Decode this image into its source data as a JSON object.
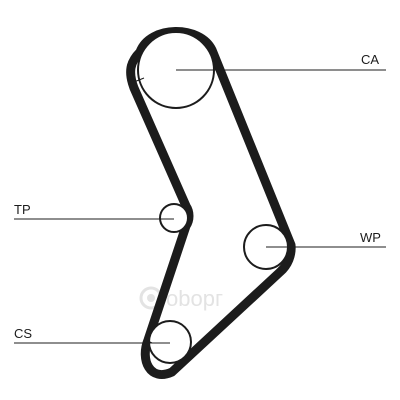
{
  "diagram": {
    "labels": {
      "ca": "CA",
      "tp": "TP",
      "wp": "WP",
      "cs": "CS"
    },
    "watermark": "оbорг",
    "colors": {
      "line": "#1c1c1c",
      "background": "#ffffff",
      "watermark": "#e3e3e3"
    }
  }
}
